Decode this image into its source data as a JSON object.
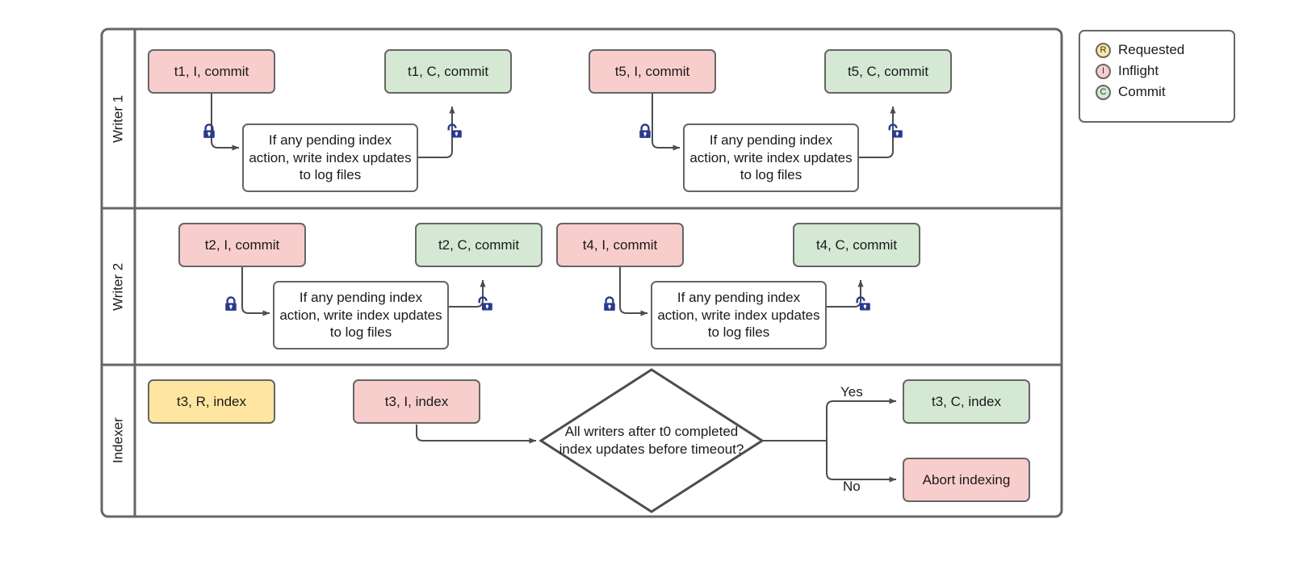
{
  "diagram": {
    "title": "Writer / Indexer swimlane flow",
    "colors": {
      "pink": "#f8cecc",
      "green": "#d5e8d4",
      "yellow": "#ffe6a0",
      "stroke": "#666666",
      "lock": "#2a3a8c",
      "text": "#1a1a1a"
    }
  },
  "lanes": [
    {
      "label": "Writer 1"
    },
    {
      "label": "Writer 2"
    },
    {
      "label": "Indexer"
    }
  ],
  "writer1": {
    "n1": "t1, I, commit",
    "n2": "t1, C, commit",
    "n3": "t5, I, commit",
    "n4": "t5, C, commit",
    "proc1": "If any pending index action, write index updates to log files",
    "proc2": "If any pending index action, write index updates to log files"
  },
  "writer2": {
    "n1": "t2, I, commit",
    "n2": "t2, C, commit",
    "n3": "t4, I, commit",
    "n4": "t4, C, commit",
    "proc1": "If any pending index action, write index updates to log files",
    "proc2": "If any pending index action, write index updates to log files"
  },
  "indexer": {
    "requested": "t3, R, index",
    "inflight": "t3, I, index",
    "decision": "All writers after t0 completed index updates before timeout?",
    "yes_label": "Yes",
    "no_label": "No",
    "commit": "t3, C, index",
    "abort": "Abort indexing"
  },
  "locks": {
    "closed_name": "lock-closed-icon",
    "open_name": "lock-open-icon"
  },
  "legend": {
    "items": [
      {
        "badge": "R",
        "label": "Requested",
        "color": "#ffe6a0"
      },
      {
        "badge": "I",
        "label": "Inflight",
        "color": "#f8cecc"
      },
      {
        "badge": "C",
        "label": "Commit",
        "color": "#d5e8d4"
      }
    ]
  }
}
